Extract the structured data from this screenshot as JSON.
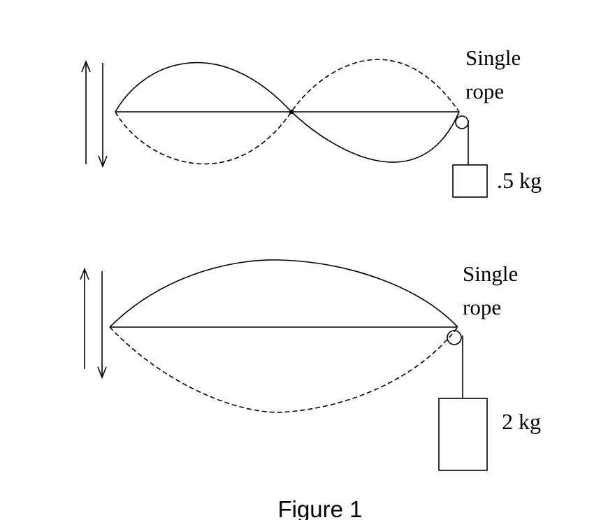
{
  "colors": {
    "background": "#ffffff",
    "ink": "#000000"
  },
  "caption": "Figure 1",
  "diagrams": [
    {
      "rope_label_line1": "Single",
      "rope_label_line2": "rope",
      "mass_label": ".5 kg"
    },
    {
      "rope_label_line1": "Single",
      "rope_label_line2": "rope",
      "mass_label": "2 kg"
    }
  ]
}
